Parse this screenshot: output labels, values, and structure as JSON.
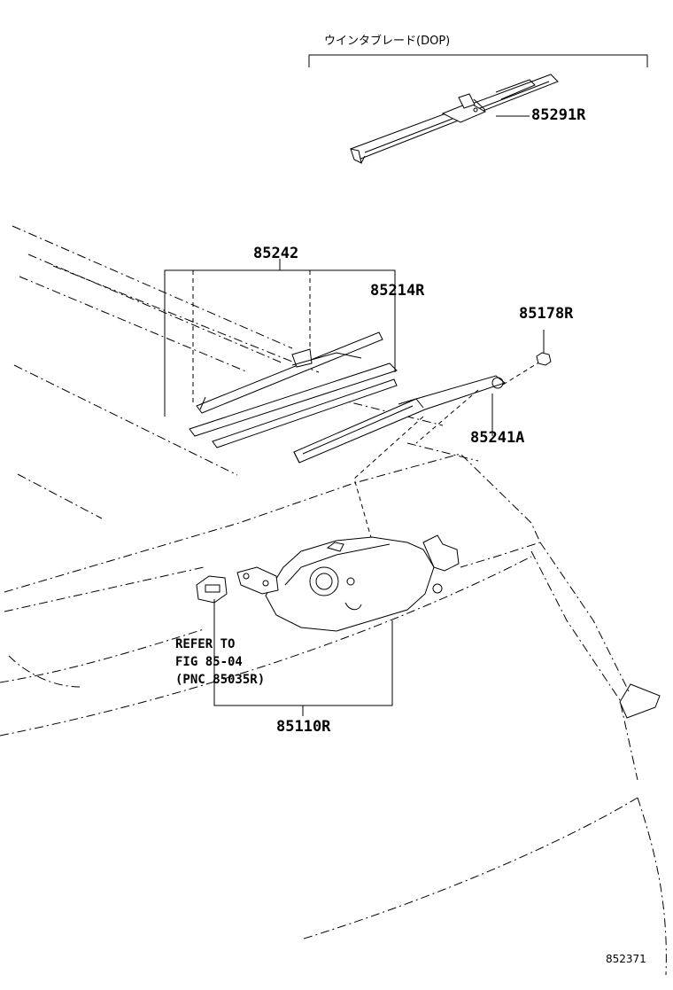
{
  "header_label": "ウインタブレード(DOP)",
  "callouts": {
    "p85291R": "85291R",
    "p85242": "85242",
    "p85214R": "85214R",
    "p85178R": "85178R",
    "p85241A": "85241A",
    "p85110R": "85110R"
  },
  "refer_note": {
    "line1": "REFER TO",
    "line2": "FIG 85-04",
    "line3": "(PNC 85035R)"
  },
  "figure_id": "852371"
}
